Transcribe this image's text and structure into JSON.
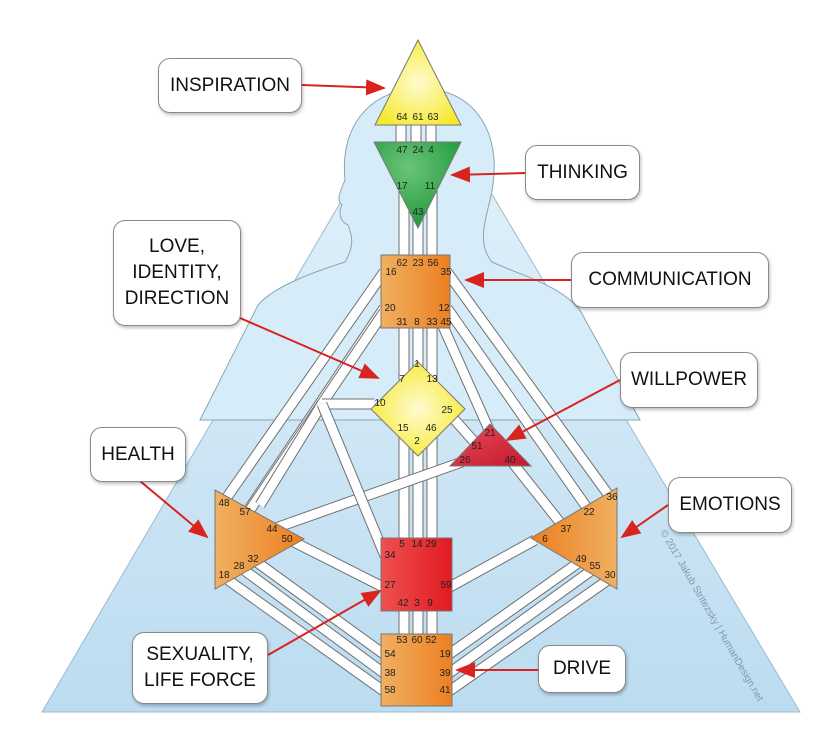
{
  "labels": {
    "inspiration": "INSPIRATION",
    "thinking": "THINKING",
    "love": "LOVE, IDENTITY, DIRECTION",
    "communication": "COMMUNICATION",
    "willpower": "WILLPOWER",
    "health": "HEALTH",
    "emotions": "EMOTIONS",
    "sexuality": "SEXUALITY, LIFE FORCE",
    "drive": "DRIVE"
  },
  "centers": {
    "head": {
      "color": "#f7ee3a",
      "gates": [
        "64",
        "61",
        "63"
      ]
    },
    "ajna": {
      "color": "#2ea847",
      "gates": [
        "47",
        "24",
        "4",
        "17",
        "11",
        "43"
      ]
    },
    "throat": {
      "color": "#ee8a33",
      "gates": [
        "62",
        "23",
        "56",
        "16",
        "35",
        "20",
        "12",
        "31",
        "8",
        "33",
        "45"
      ]
    },
    "g": {
      "color": "#f7ee3a",
      "gates": [
        "1",
        "7",
        "13",
        "10",
        "25",
        "15",
        "46",
        "2"
      ]
    },
    "heart": {
      "color": "#d8283c",
      "gates": [
        "21",
        "51",
        "26",
        "40"
      ]
    },
    "spleen": {
      "color": "#ee8a33",
      "gates": [
        "48",
        "57",
        "44",
        "50",
        "32",
        "28",
        "18"
      ]
    },
    "solar_plexus": {
      "color": "#ee8a33",
      "gates": [
        "36",
        "22",
        "37",
        "6",
        "49",
        "55",
        "30"
      ]
    },
    "sacral": {
      "color": "#e3262b",
      "gates": [
        "5",
        "14",
        "29",
        "34",
        "27",
        "59",
        "42",
        "3",
        "9"
      ]
    },
    "root": {
      "color": "#ee8a33",
      "gates": [
        "53",
        "60",
        "52",
        "54",
        "19",
        "38",
        "39",
        "58",
        "41"
      ]
    }
  },
  "arrow_color": "#d8231e",
  "background_color": "#cfe7f6",
  "watermark": "© 2017 Jakub Stritezsky | HumanDesign.net"
}
